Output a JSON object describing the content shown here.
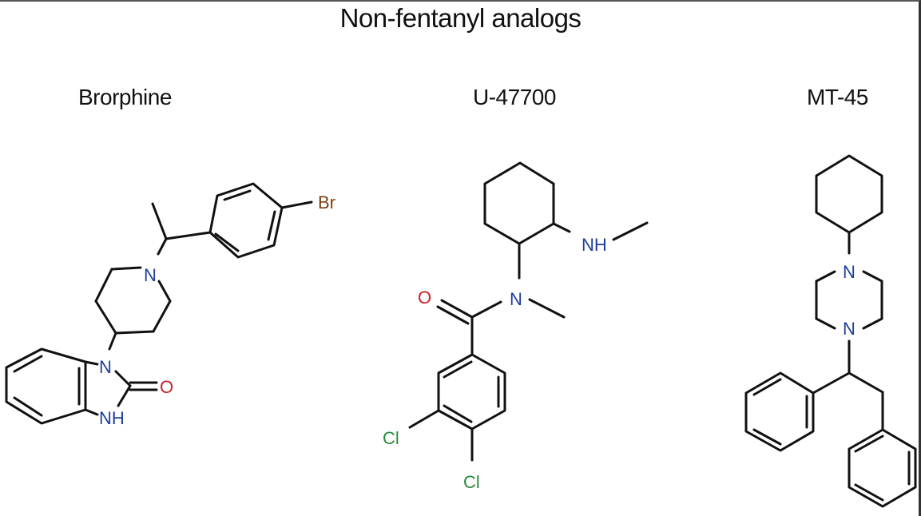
{
  "figure": {
    "title": "Non-fentanyl analogs",
    "colors": {
      "bond": "#111111",
      "nitrogen": "#1f3f9a",
      "oxygen": "#c8202a",
      "chlorine": "#2a8a3a",
      "bromine": "#7a3f12"
    }
  },
  "molecules": [
    {
      "name": "Brorphine",
      "atom_labels": {
        "br": "Br",
        "n_piperidine": "N",
        "n_benzimidazolone": "N",
        "o": "O",
        "nh": "NH"
      }
    },
    {
      "name": "U-47700",
      "atom_labels": {
        "nh": "NH",
        "o": "O",
        "n_amide": "N",
        "cl_meta": "Cl",
        "cl_para": "Cl"
      }
    },
    {
      "name": "MT-45",
      "atom_labels": {
        "n_top": "N",
        "n_bottom": "N"
      }
    }
  ]
}
